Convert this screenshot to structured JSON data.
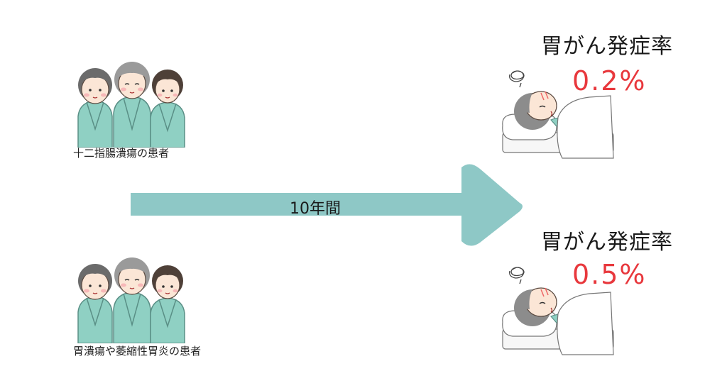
{
  "groups": [
    {
      "caption": "十二指腸潰瘍の患者"
    },
    {
      "caption": "胃潰瘍や萎縮性胃炎の患者"
    }
  ],
  "arrow": {
    "label": "10年間",
    "color": "#8ec8c6"
  },
  "outcomes": [
    {
      "title": "胃がん発症率",
      "value": "0.2%"
    },
    {
      "title": "胃がん発症率",
      "value": "0.5%"
    }
  ],
  "colors": {
    "gown": "#8fd0c3",
    "hair_dark": "#6b6b6b",
    "hair_gray": "#9a9a9a",
    "rate_value": "#e8383d"
  }
}
